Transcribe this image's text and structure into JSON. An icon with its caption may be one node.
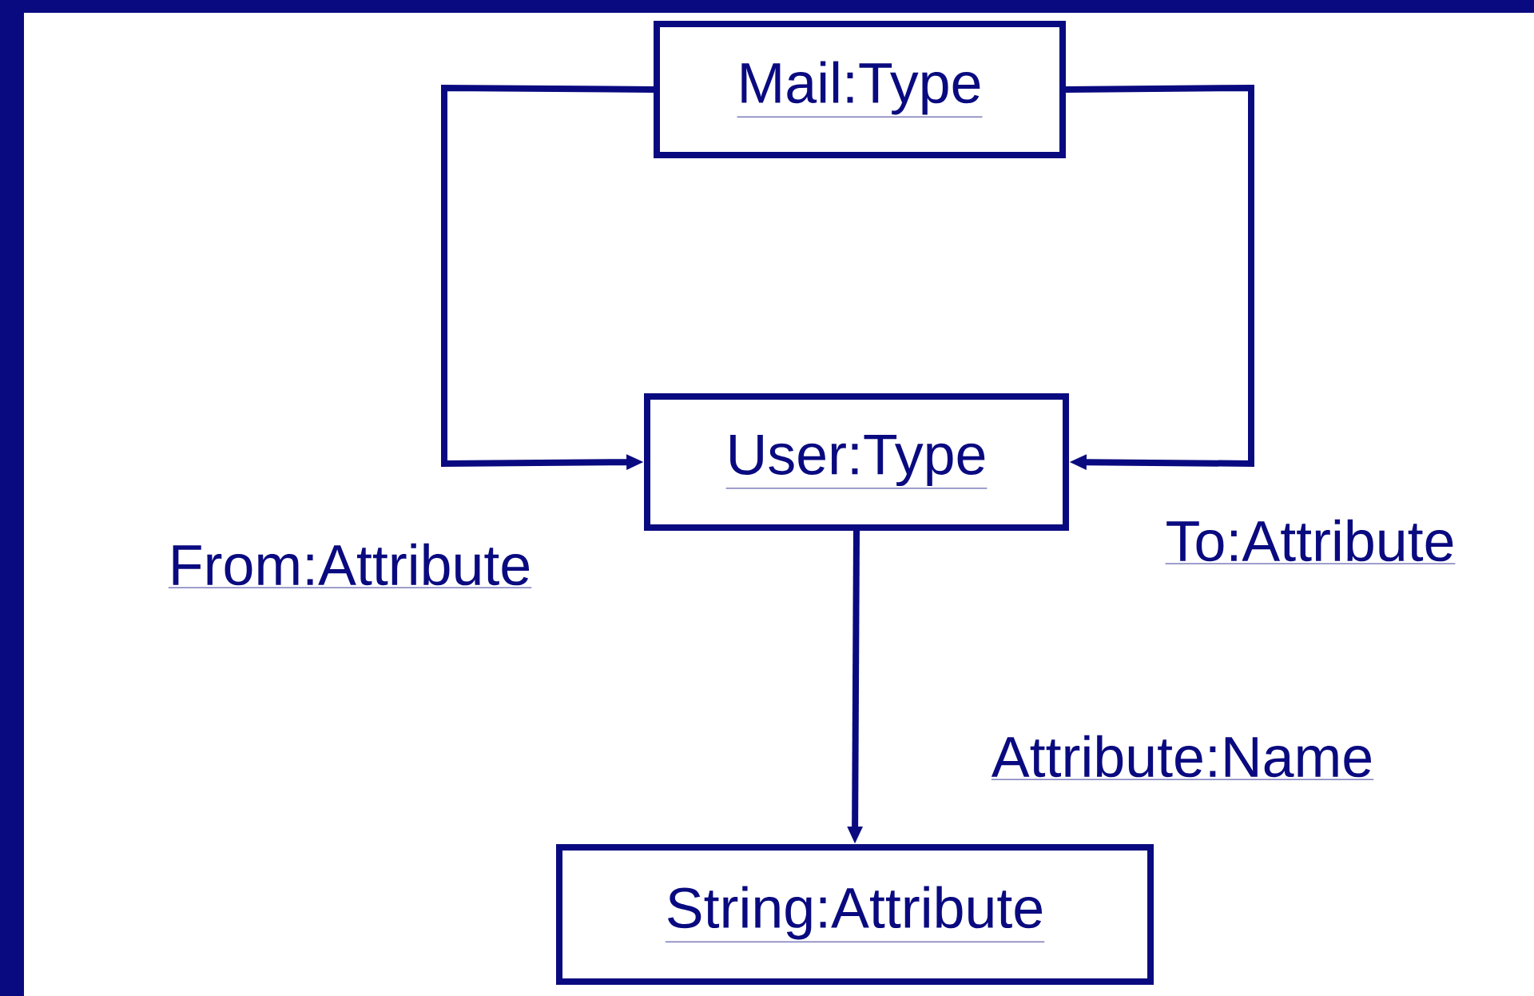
{
  "diagram": {
    "nodes": [
      {
        "text": [
          "Mail:Type"
        ]
      },
      {
        "text": [
          "User:Type"
        ]
      },
      {
        "text": [
          "String:Attribute"
        ]
      }
    ],
    "edges": [
      {
        "from": 0,
        "to": 1,
        "arrow": "to",
        "label": "From:Attribute"
      },
      {
        "from": 0,
        "to": 1,
        "arrow": "to",
        "label": "To:Attribute"
      },
      {
        "from": 1,
        "to": 2,
        "arrow": "to",
        "label": "Attribute:Name"
      }
    ]
  }
}
